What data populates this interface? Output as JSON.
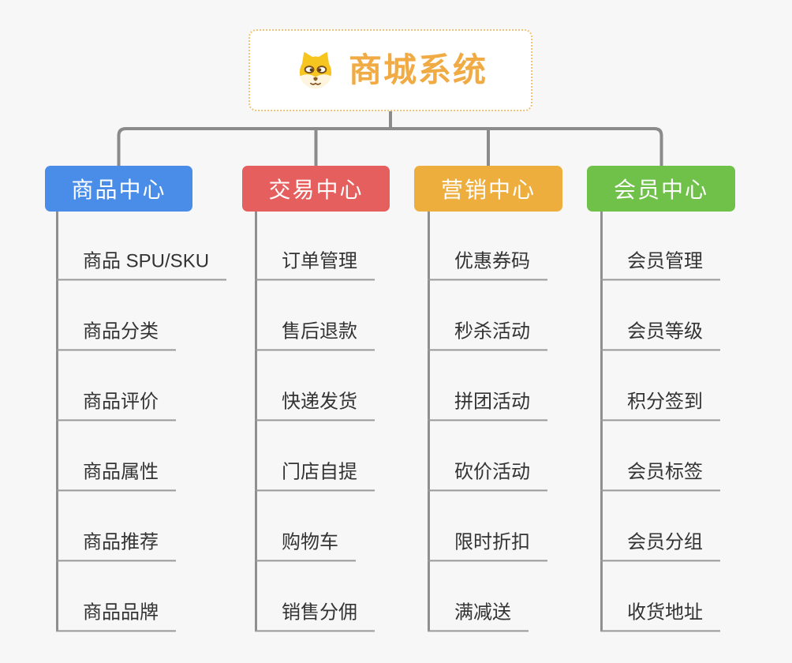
{
  "root": {
    "title": "商城系统",
    "icon": "doge-icon",
    "title_color": "#f0ab45",
    "border_color": "#f2c178"
  },
  "colors": {
    "canvas_background": "#f7f7f7",
    "connector_gray": "#8b8b8b",
    "leaf_underline": "#999999",
    "leaf_text": "#333333"
  },
  "branches": [
    {
      "label": "商品中心",
      "color": "#4a8de8",
      "children": [
        "商品 SPU/SKU",
        "商品分类",
        "商品评价",
        "商品属性",
        "商品推荐",
        "商品品牌"
      ]
    },
    {
      "label": "交易中心",
      "color": "#e45f5e",
      "children": [
        "订单管理",
        "售后退款",
        "快递发货",
        "门店自提",
        "购物车",
        "销售分佣"
      ]
    },
    {
      "label": "营销中心",
      "color": "#eeae3e",
      "children": [
        "优惠券码",
        "秒杀活动",
        "拼团活动",
        "砍价活动",
        "限时折扣",
        "满减送"
      ]
    },
    {
      "label": "会员中心",
      "color": "#6fc149",
      "children": [
        "会员管理",
        "会员等级",
        "积分签到",
        "会员标签",
        "会员分组",
        "收货地址"
      ]
    }
  ]
}
